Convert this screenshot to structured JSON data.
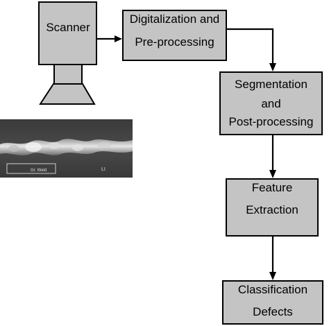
{
  "diagram": {
    "scanner": {
      "label": "Scanner"
    },
    "digitalization": {
      "line1": "Digitalization and",
      "line2": "Pre-processing"
    },
    "segmentation": {
      "line1": "Segmentation",
      "line2": "and",
      "line3": "Post-processing"
    },
    "feature": {
      "line1": "Feature",
      "line2": "Extraction"
    },
    "classification": {
      "line1": "Classification",
      "line2": "Defects"
    },
    "image": {
      "caption_left": "Gr. Weld",
      "caption_right": "LI"
    }
  },
  "colors": {
    "box_fill": "#c4c4c4",
    "stroke": "#000000"
  }
}
